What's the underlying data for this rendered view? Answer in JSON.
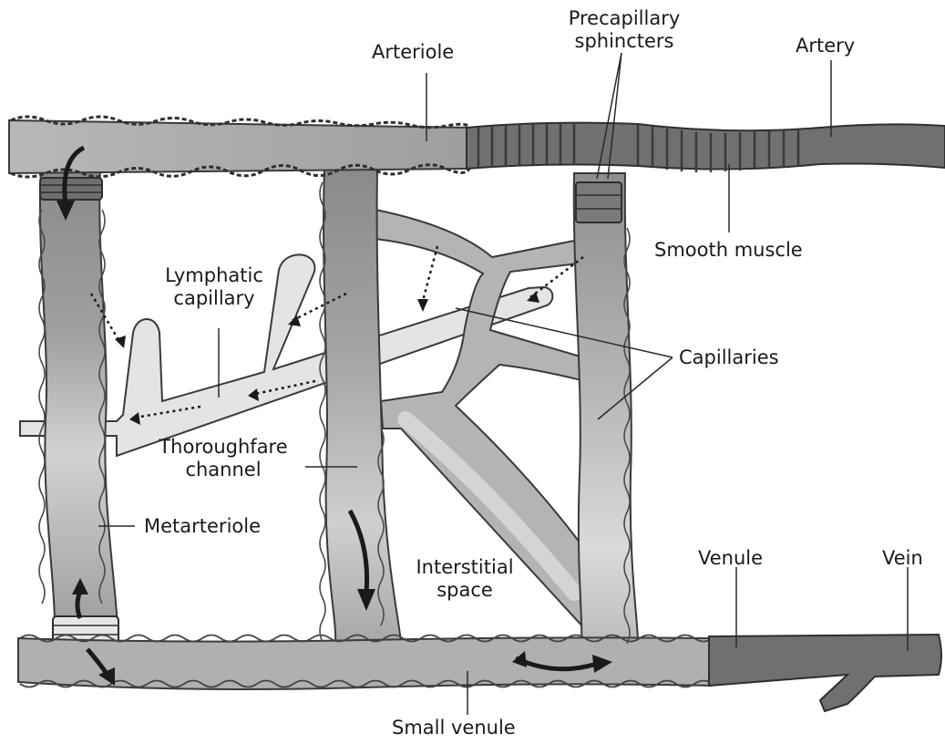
{
  "labels": {
    "arteriole": "Arteriole",
    "precapillary_line1": "Precapillary",
    "precapillary_line2": "sphincters",
    "artery": "Artery",
    "smooth_muscle": "Smooth muscle",
    "lymphatic_line1": "Lymphatic",
    "lymphatic_line2": "capillary",
    "capillaries": "Capillaries",
    "thoroughfare_line1": "Thoroughfare",
    "thoroughfare_line2": "channel",
    "metarteriole": "Metarteriole",
    "interstitial_line1": "Interstitial",
    "interstitial_line2": "space",
    "venule": "Venule",
    "vein": "Vein",
    "small_venule": "Small venule"
  },
  "colors": {
    "vessel_light": "#c9c9c9",
    "vessel_mid": "#a3a3a3",
    "vessel_dark": "#7d7d7d",
    "muscle_dark": "#6e6e6e",
    "lymph": "#e4e4e4",
    "outline": "#3a3a3a",
    "background": "#ffffff"
  }
}
